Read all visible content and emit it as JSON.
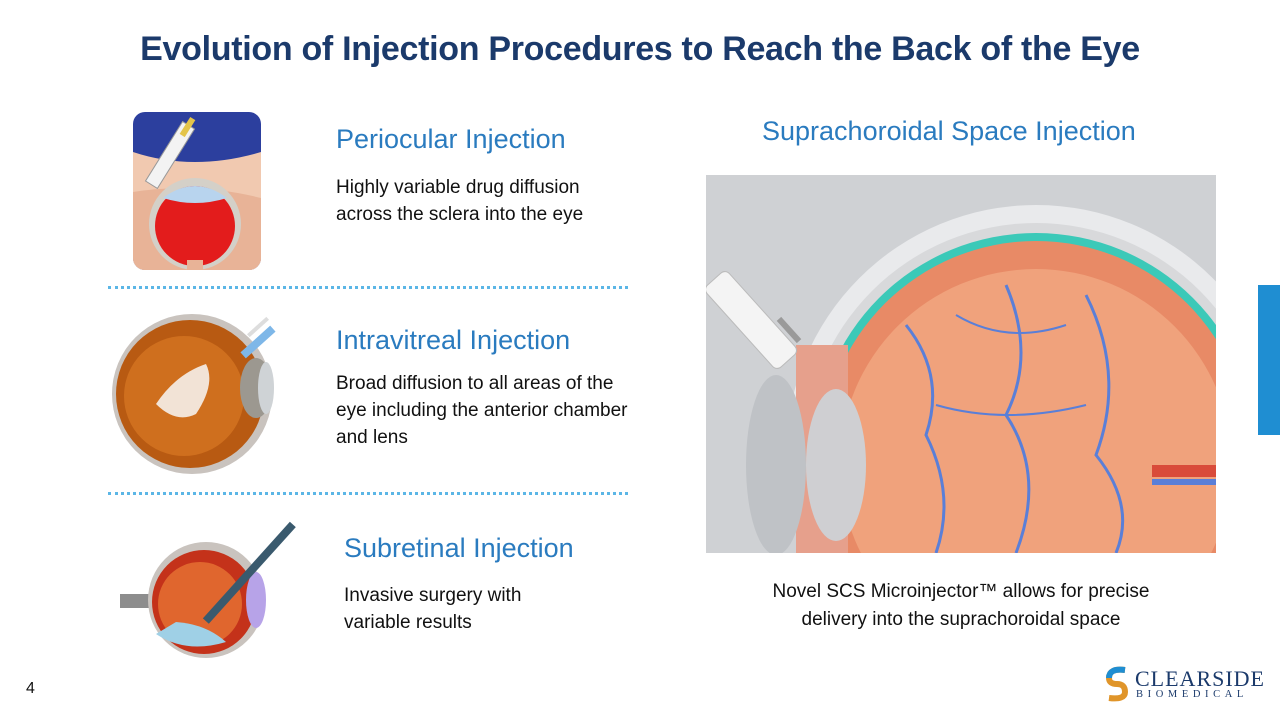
{
  "title": "Evolution of Injection Procedures to Reach the Back of the Eye",
  "sections": [
    {
      "heading": "Periocular Injection",
      "text": "Highly variable drug diffusion across the sclera into the eye"
    },
    {
      "heading": "Intravitreal Injection",
      "text": "Broad diffusion to all areas of the eye including the anterior chamber and lens"
    },
    {
      "heading": "Subretinal Injection",
      "text": "Invasive surgery with variable results"
    }
  ],
  "scs": {
    "heading": "Suprachoroidal Space Injection",
    "caption_line1": "Novel SCS Microinjector™ allows for precise",
    "caption_line2": "delivery into the suprachoroidal space"
  },
  "page_number": "4",
  "logo": {
    "name": "CLEARSIDE",
    "sub": "BIOMEDICAL"
  },
  "colors": {
    "title": "#1b3a6b",
    "heading": "#2a7bbf",
    "divider": "#5bb6e6",
    "side_bar": "#1f8ed2"
  }
}
